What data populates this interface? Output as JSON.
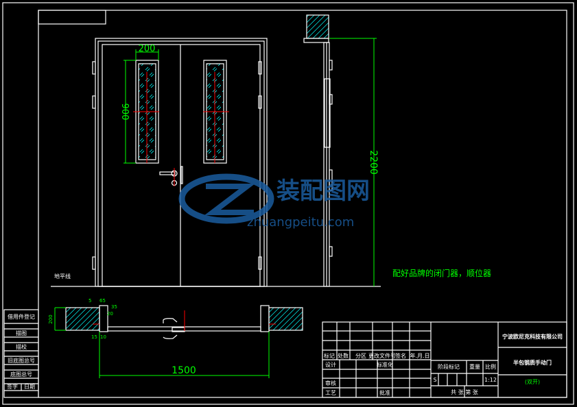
{
  "drawing": {
    "dims": {
      "width_window": "200",
      "height_window": "900",
      "height_door": "2200",
      "width_door": "1500",
      "sec_5": "5",
      "sec_65": "65",
      "sec_35": "35",
      "sec_20": "20",
      "sec_wall": "200",
      "sec_15": "15",
      "sec_10": "10"
    },
    "ground_label": "地平线",
    "note": "配好品牌的闭门器，顺位器"
  },
  "watermark": {
    "brand": "装配图网",
    "url": "zhuangpeitu.com"
  },
  "left_strip": [
    "借用件登记",
    "描图",
    "描校",
    "旧底图总号",
    "底图总号",
    "签字",
    "日期"
  ],
  "title_block": {
    "company": "宁波欧尼克科技有限公司",
    "title": "半包钢质手动门",
    "subtitle": "(双开)",
    "headers": [
      "标记",
      "处数",
      "分区",
      "更改文件号",
      "签名",
      "年.月.日"
    ],
    "design": "设计",
    "standard": "标准化",
    "review": "审核",
    "craft": "工艺",
    "approve": "批准",
    "stage": "阶段标记",
    "weight": "重量",
    "scale_label": "比例",
    "stage_value": "S",
    "scale": "1:12",
    "sheets": "共  张  第  张"
  },
  "colors": {
    "dim": "#00ff00",
    "center": "#ff0000",
    "glass": "#00ffff",
    "watermark": "#1a5c9e"
  }
}
